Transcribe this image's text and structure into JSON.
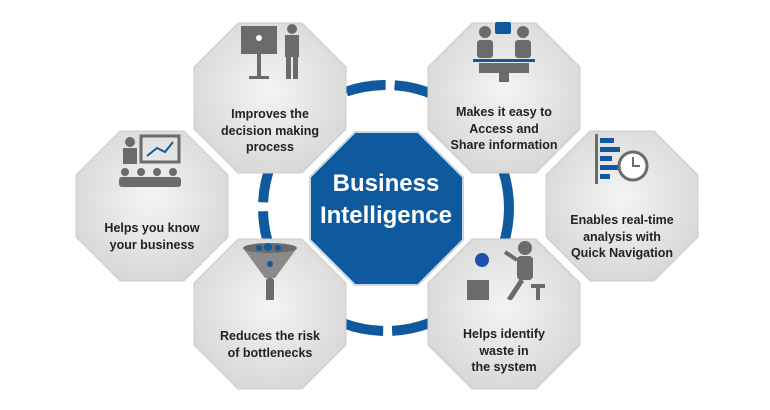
{
  "center": {
    "line1": "Business",
    "line2": "Intelligence"
  },
  "colors": {
    "accent": "#0f5a9e",
    "tile": "#e4e4e4",
    "icon": "#6b6b6b"
  },
  "benefits": [
    {
      "icon": "presentation-icon",
      "lines": [
        "Improves the",
        "decision making",
        "process"
      ]
    },
    {
      "icon": "meeting-icon",
      "lines": [
        "Makes it easy to",
        "Access and",
        "Share information"
      ]
    },
    {
      "icon": "training-icon",
      "lines": [
        "Helps you know",
        "your business"
      ]
    },
    {
      "icon": "timeline-clock-icon",
      "lines": [
        "Enables real-time",
        "analysis with",
        "Quick Navigation"
      ]
    },
    {
      "icon": "funnel-icon",
      "lines": [
        "Reduces the risk",
        "of bottlenecks"
      ]
    },
    {
      "icon": "waste-icon",
      "lines": [
        "Helps identify",
        "waste in",
        "the system"
      ]
    }
  ]
}
